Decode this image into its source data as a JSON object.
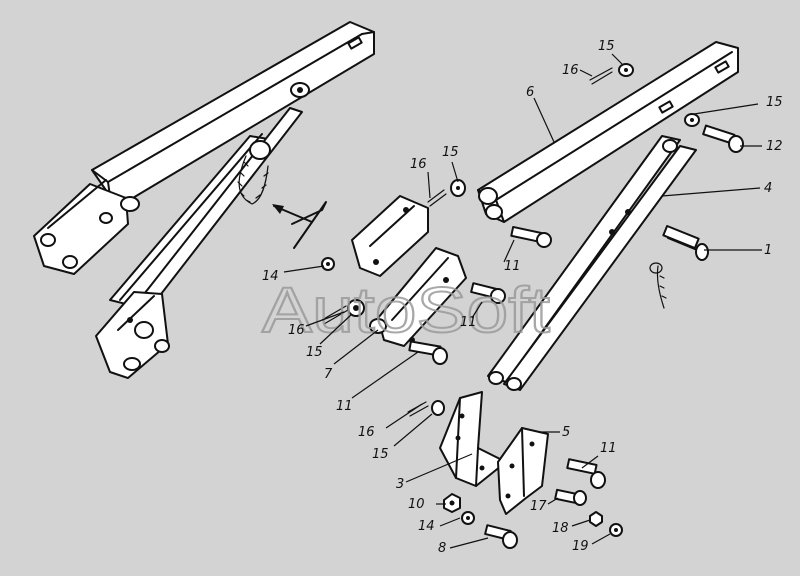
{
  "watermark": "AutoSoft",
  "callouts": {
    "c1": "1",
    "c3": "3",
    "c4": "4",
    "c5": "5",
    "c6": "6",
    "c7": "7",
    "c8": "8",
    "c10": "10",
    "c11a": "11",
    "c11b": "11",
    "c11c": "11",
    "c12": "12",
    "c14a": "14",
    "c14b": "14",
    "c15a": "15",
    "c15b": "15",
    "c15c": "15",
    "c15d": "15",
    "c15e": "15",
    "c16a": "16",
    "c16b": "16",
    "c16c": "16",
    "c16d": "16",
    "c17": "17",
    "c18": "18",
    "c19": "19"
  },
  "colors": {
    "background": "#d3d3d3",
    "ink": "#111111",
    "part_fill": "#ffffff",
    "watermark": "#9a9a9a"
  }
}
